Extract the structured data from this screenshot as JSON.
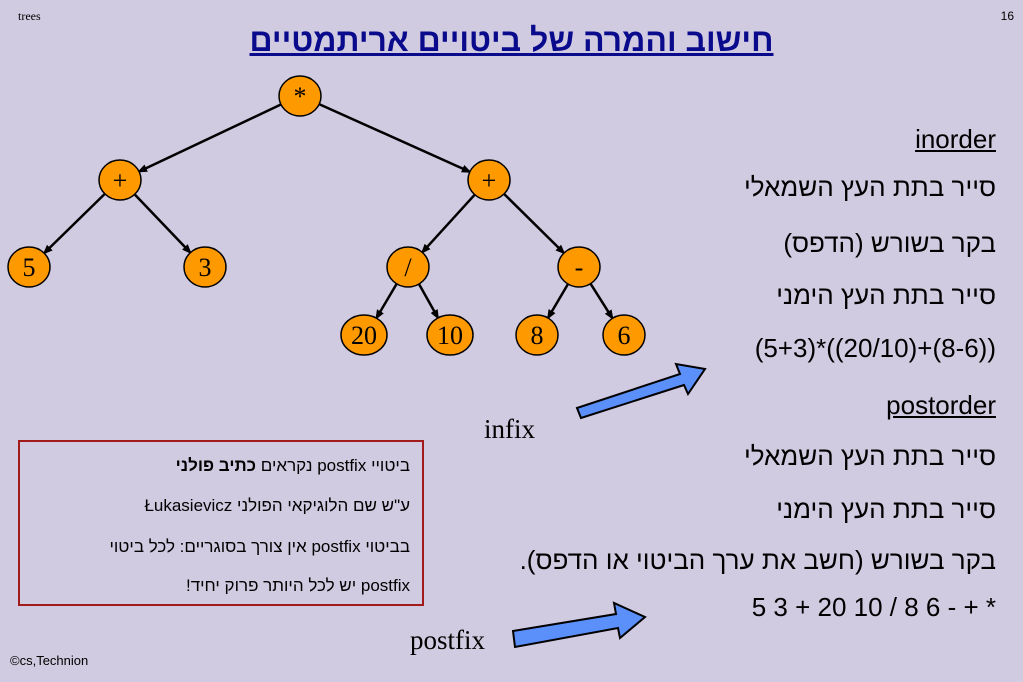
{
  "header": {
    "topic": "trees",
    "page_number": "16"
  },
  "title": "חישוב והמרה של ביטויים אריתמטיים",
  "tree": {
    "nodes": [
      "*",
      "+",
      "+",
      "5",
      "3",
      "/",
      "-",
      "20",
      "10",
      "8",
      "6"
    ],
    "node_fill": "#ff9900",
    "node_stroke": "#000000"
  },
  "inorder": {
    "heading": "inorder",
    "steps": [
      "סייר בתת העץ השמאלי",
      "בקר בשורש (הדפס)",
      "סייר בתת העץ הימני"
    ],
    "expression": "(5+3)*((20/10)+(8-6))"
  },
  "postorder": {
    "heading": "postorder",
    "steps": [
      "סייר בתת העץ השמאלי",
      "סייר בתת העץ הימני",
      "בקר בשורש (חשב את ערך הביטוי או הדפס)."
    ],
    "expression": "5 3 + 20 10 / 8 6 - + *"
  },
  "labels": {
    "infix": "infix",
    "postfix": "postfix"
  },
  "arrow_color": "#5b8ff9",
  "note": {
    "line1_prefix": "ביטויי postfix נקראים ",
    "line1_bold": "כתיב פולני",
    "line2": "ע\"ש שם הלוגיקאי הפולני Łukasievicz",
    "line3": "בביטוי postfix אין צורך בסוגריים:  לכל ביטוי",
    "line4": "postfix  יש לכל היותר פרוק יחיד!"
  },
  "footer": "©cs,Technion"
}
